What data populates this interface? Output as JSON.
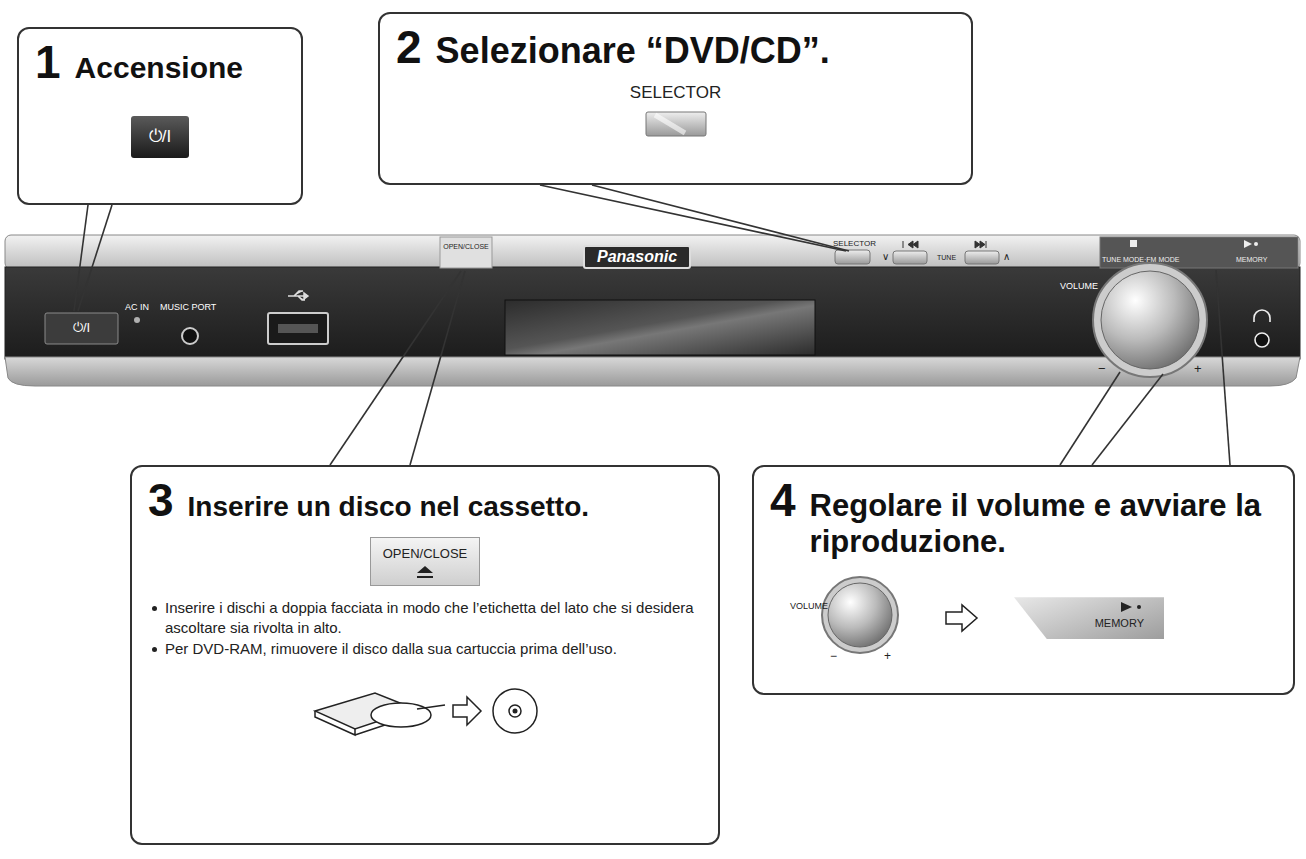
{
  "diagram": {
    "nodes": [
      {
        "text": [
          "1",
          "Accensione",
          "⏻/I"
        ]
      },
      {
        "text": [
          "2",
          "Selezionare “DVD/CD”.",
          "SELECTOR"
        ]
      },
      {
        "text": [
          "3",
          "Inserire un disco nel cassetto.",
          "OPEN/CLOSE",
          "Inserire i dischi a doppia facciata in modo che l’etichetta del lato che si desidera ascoltare sia rivolta in alto.",
          "Per DVD-RAM, rimuovere il disco dalla sua cartuccia prima dell’uso."
        ]
      },
      {
        "text": [
          "4",
          "Regolare il volume e avviare la riproduzione.",
          "VOLUME",
          "−",
          "+",
          "MEMORY"
        ]
      }
    ],
    "labels": [
      "⏻/I",
      "AC IN",
      "MUSIC PORT",
      "OPEN/CLOSE",
      "Panasonic",
      "SELECTOR",
      "∨",
      "TUNE",
      "∧",
      "TUNE MODE·FM MODE",
      "MEMORY",
      "VOLUME",
      "−",
      "+"
    ]
  }
}
